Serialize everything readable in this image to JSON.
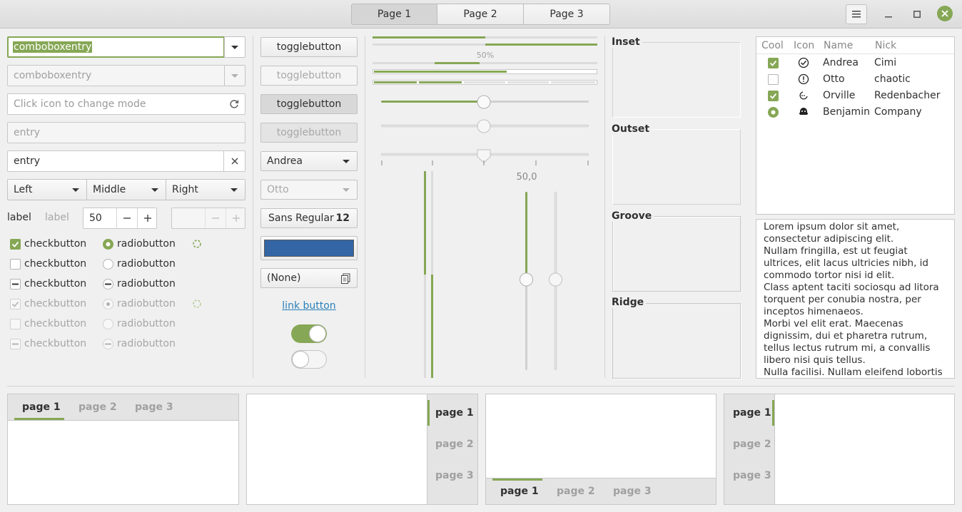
{
  "header": {
    "pages": [
      "Page 1",
      "Page 2",
      "Page 3"
    ]
  },
  "left": {
    "combo1": "comboboxentry",
    "combo2": "comboboxentry",
    "entry_mode_placeholder": "Click icon to change mode",
    "entry_placeholder": "entry",
    "entry_value": "entry",
    "combos": [
      "Left",
      "Middle",
      "Right"
    ],
    "label1": "label",
    "label2": "label",
    "spin_value": "50",
    "checks": [
      "checkbutton",
      "checkbutton",
      "checkbutton",
      "checkbutton",
      "checkbutton",
      "checkbutton"
    ],
    "radios": [
      "radiobutton",
      "radiobutton",
      "radiobutton",
      "radiobutton",
      "radiobutton",
      "radiobutton"
    ]
  },
  "mid": {
    "toggles": [
      "togglebutton",
      "togglebutton",
      "togglebutton",
      "togglebutton"
    ],
    "combo_andrea": "Andrea",
    "combo_otto": "Otto",
    "font_name": "Sans Regular",
    "font_size": "12",
    "color": "#3465a4",
    "file": "(None)",
    "link": "link button"
  },
  "sliders": {
    "progress_label": "50%",
    "scale_label": "50,0"
  },
  "frames": [
    "Inset",
    "Outset",
    "Groove",
    "Ridge"
  ],
  "tree": {
    "columns": [
      "Cool",
      "Icon",
      "Name",
      "Nick"
    ],
    "rows": [
      {
        "name": "Andrea",
        "nick": "Cimi"
      },
      {
        "name": "Otto",
        "nick": "chaotic"
      },
      {
        "name": "Orville",
        "nick": "Redenbacher"
      },
      {
        "name": "Benjamin",
        "nick": "Company"
      }
    ]
  },
  "text": [
    "Lorem ipsum dolor sit amet,",
    "consectetur adipiscing elit.",
    "Nullam fringilla, est ut feugiat",
    "ultrices, elit lacus ultricies nibh, id",
    "commodo tortor nisi id elit.",
    "Class aptent taciti sociosqu ad litora",
    "torquent per conubia nostra, per",
    "inceptos himenaeos.",
    "Morbi vel elit erat. Maecenas",
    "dignissim, dui et pharetra rutrum,",
    "tellus lectus rutrum mi, a convallis",
    "libero nisi quis tellus.",
    "Nulla facilisi. Nullam eleifend lobortis"
  ],
  "notebooks": {
    "tabs": [
      "page 1",
      "page 2",
      "page 3"
    ]
  },
  "colors": {
    "accent": "#86a755"
  }
}
